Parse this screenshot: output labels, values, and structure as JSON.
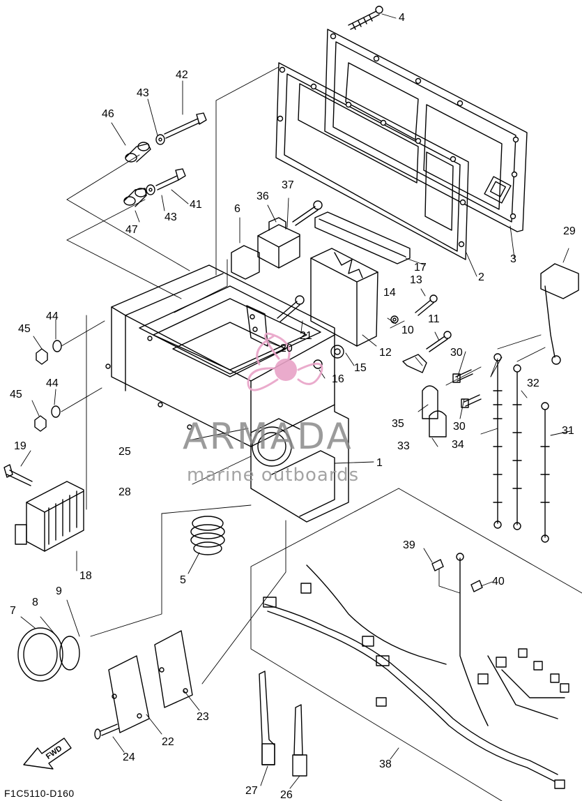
{
  "diagram": {
    "code": "F1C5110-D160",
    "direction_marker": "FWD",
    "watermark": {
      "brand": "ARMADA",
      "tagline": "marine outboards",
      "accent_color": "#e8a3c7"
    },
    "callouts": [
      "1",
      "2",
      "3",
      "4",
      "5",
      "6",
      "7",
      "8",
      "9",
      "10",
      "11",
      "12",
      "13",
      "14",
      "15",
      "16",
      "17",
      "18",
      "19",
      "20",
      "21",
      "22",
      "23",
      "24",
      "25",
      "26",
      "27",
      "28",
      "29",
      "30",
      "30",
      "31",
      "32",
      "33",
      "34",
      "35",
      "36",
      "37",
      "38",
      "39",
      "40",
      "41",
      "42",
      "43",
      "43",
      "44",
      "44",
      "45",
      "45",
      "46",
      "47"
    ]
  }
}
